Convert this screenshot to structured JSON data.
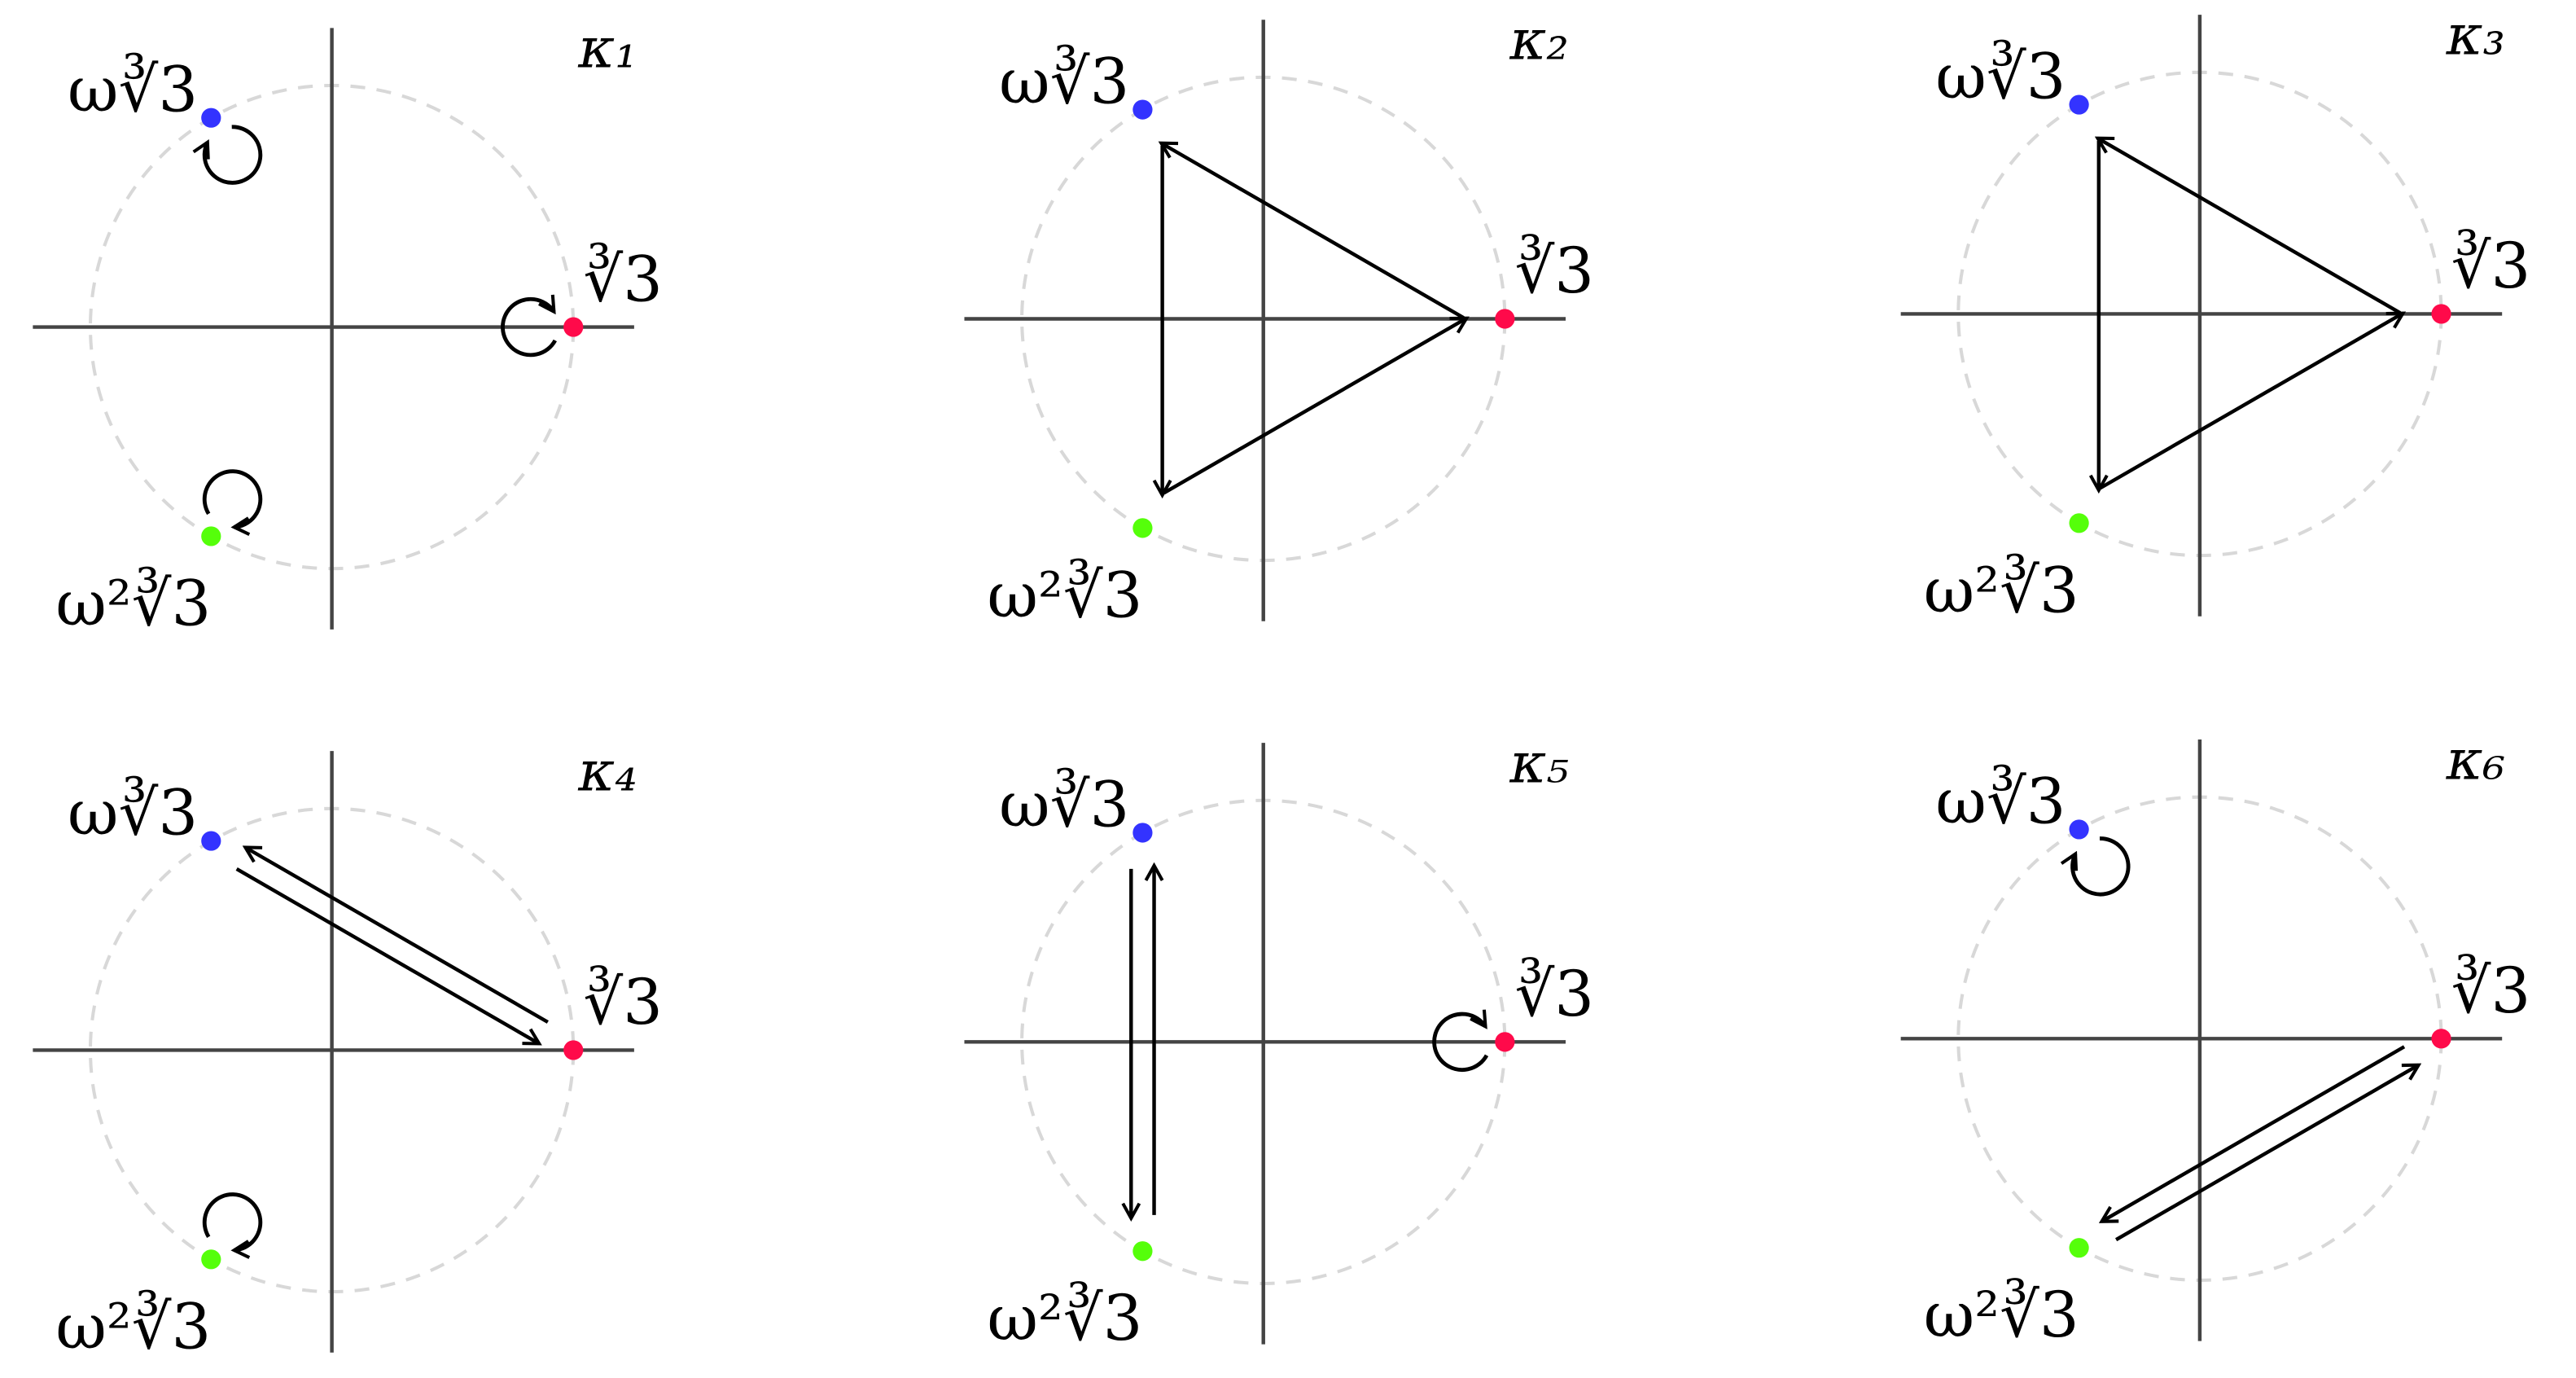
{
  "roots": {
    "R": {
      "label": "∛3",
      "color": "#ff0a4a"
    },
    "B": {
      "label": "ω∛3",
      "color": "#3333ff"
    },
    "G": {
      "label": "ω²∛3",
      "color": "#55ff0a"
    }
  },
  "panels": [
    {
      "title": "κ₁",
      "map": {
        "R": "R",
        "B": "B",
        "G": "G"
      }
    },
    {
      "title": "κ₂",
      "map": {
        "R": "B",
        "B": "G",
        "G": "R"
      }
    },
    {
      "title": "κ₃",
      "map": {
        "R": "B",
        "B": "G",
        "G": "R"
      }
    },
    {
      "title": "κ₄",
      "map": {
        "R": "B",
        "B": "R",
        "G": "G"
      }
    },
    {
      "title": "κ₅",
      "map": {
        "R": "R",
        "B": "G",
        "G": "B"
      }
    },
    {
      "title": "κ₆",
      "map": {
        "R": "G",
        "G": "R",
        "B": "B"
      }
    }
  ]
}
